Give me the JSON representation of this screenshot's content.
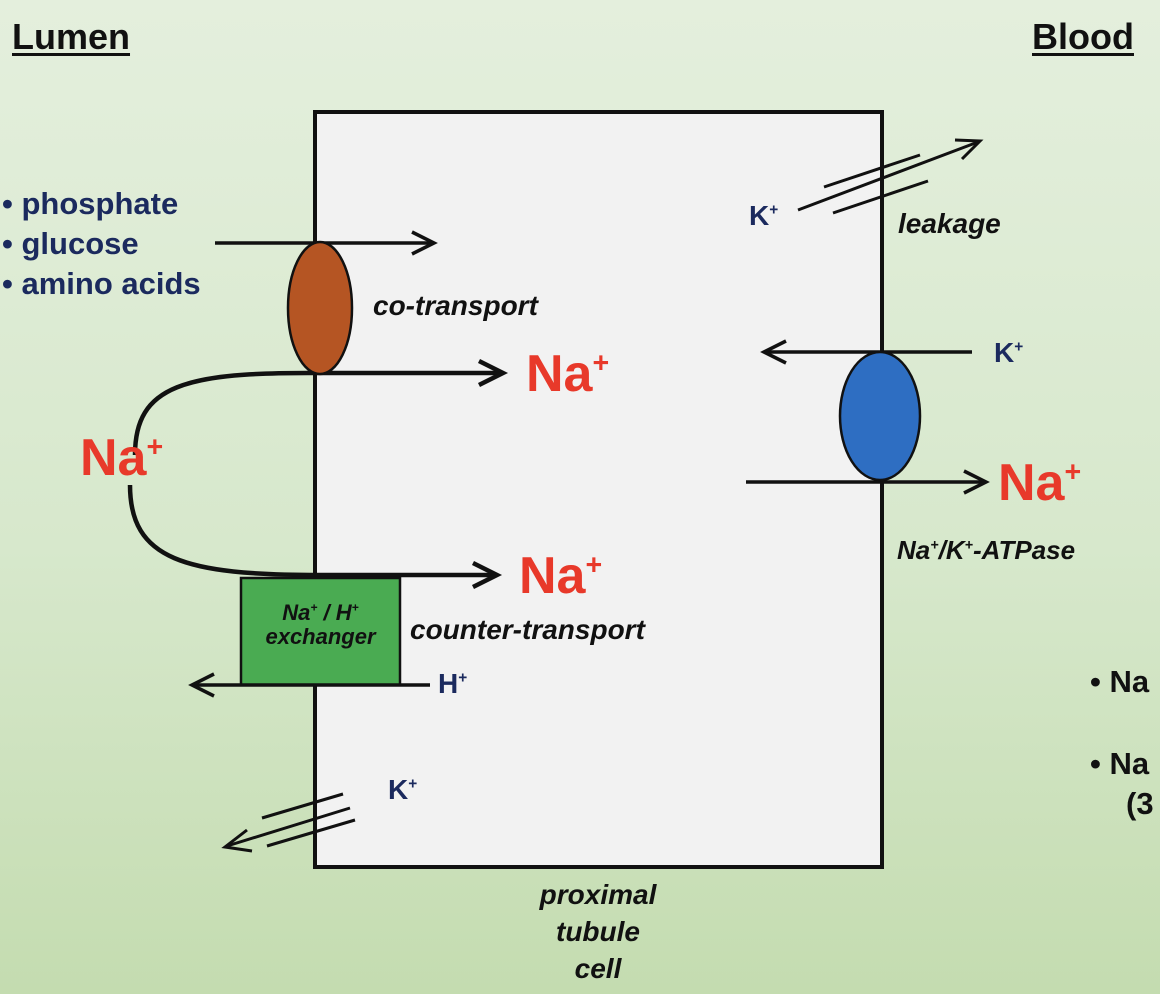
{
  "headers": {
    "lumen": "Lumen",
    "blood": "Blood"
  },
  "lumen_solutes": [
    "phosphate",
    "glucose",
    "amino acids"
  ],
  "labels": {
    "co_transport": "co-transport",
    "counter_transport": "counter-transport",
    "leakage": "leakage",
    "exchanger_line1": "Na+ / H+",
    "exchanger_line2": "exchanger",
    "atpase": "Na+/K+-ATPase",
    "cell_line1": "proximal",
    "cell_line2": "tubule",
    "cell_line3": "cell"
  },
  "ions": {
    "na_symbol": "Na",
    "k_symbol": "K",
    "h_symbol": "H",
    "plus": "+"
  },
  "cut_off_right": {
    "line1": "• Na",
    "line2": "• Na",
    "line3": "(3"
  },
  "colors": {
    "cotransporter": "#b55523",
    "atpase": "#2e6ec2",
    "exchanger": "#4aab52",
    "sodium_text": "#e8392a",
    "ion_text": "#1b2a5e",
    "cell_fill": "#f2f2f2"
  }
}
